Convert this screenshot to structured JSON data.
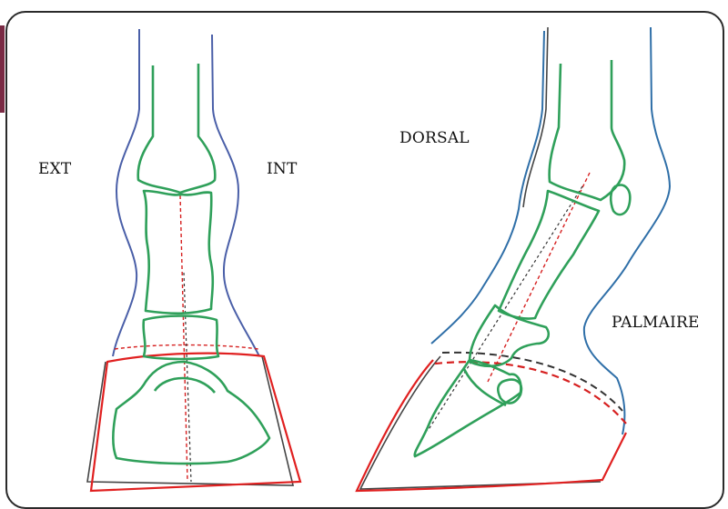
{
  "labels": {
    "ext": "EXT",
    "int": "INT",
    "dorsal": "DORSAL",
    "palmaire": "PALMAIRE"
  },
  "colors": {
    "frame_border": "#2a2a2a",
    "skin_outline": "#4a5fa8",
    "bone_outline": "#2fa05a",
    "hoof_outline": "#e02020",
    "ground_shadow": "#444444",
    "side_tab": "#7a2a44"
  }
}
